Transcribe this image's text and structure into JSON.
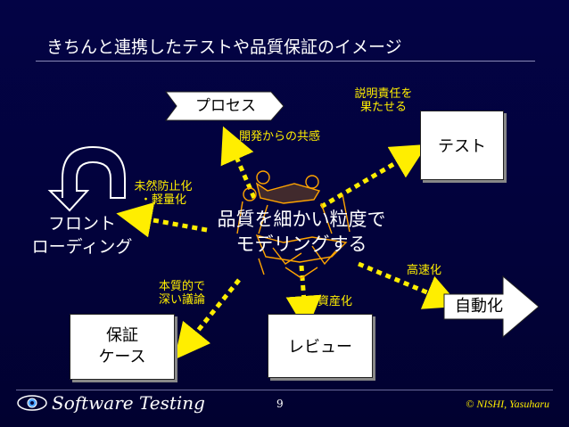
{
  "title": "きちんと連携したテストや品質保証のイメージ",
  "center": {
    "line1": "品質を細かい粒度で",
    "line2": "モデリングする"
  },
  "nodes": {
    "process": "プロセス",
    "test": "テスト",
    "frontloading": {
      "line1": "フロント",
      "line2": "ローディング"
    },
    "assurance": {
      "line1": "保証",
      "line2": "ケース"
    },
    "review": "レビュー",
    "automation": "自動化"
  },
  "edge_labels": {
    "process": "開発からの共感",
    "test": {
      "line1": "説明責任を",
      "line2": "果たせる"
    },
    "frontloading": {
      "line1": "未然防止化",
      "line2": "・軽量化"
    },
    "assurance": {
      "line1": "本質的で",
      "line2": "深い議論"
    },
    "review": "資産化",
    "automation": "高速化"
  },
  "footer": {
    "brand": "Software Testing",
    "page": "9",
    "copyright": "© NISHI, Yasuharu"
  },
  "colors": {
    "background": "#02023a",
    "accent": "#ffee00",
    "text": "#ffffff"
  },
  "icons": {
    "loop": "u-turn-arrow-icon",
    "logo": "eye-logo-icon",
    "center": "people-discussion-icon"
  }
}
